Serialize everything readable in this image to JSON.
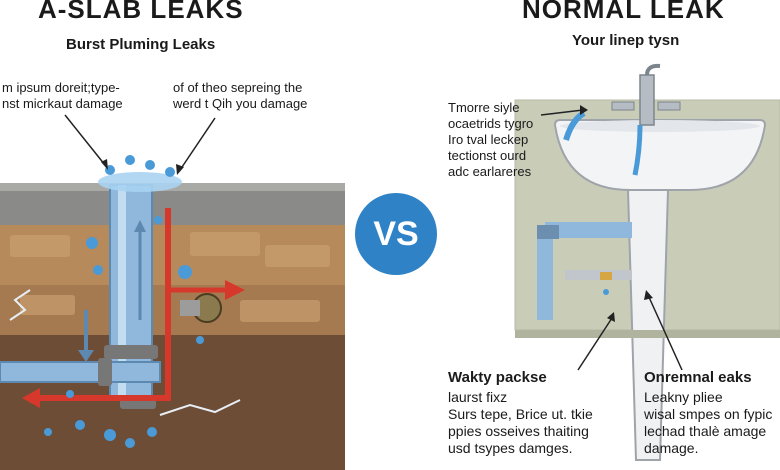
{
  "left_panel": {
    "title": "A-SLAB LEAKS",
    "subtitle": "Burst Pluming Leaks",
    "note_left": "m ipsum doreit;type-\nnst micrkaut damage",
    "note_right": "of of theo sepreing the\nwerd t Qih you damage"
  },
  "right_panel": {
    "title": "NORMAL LEAK",
    "subtitle": "Your linep tysn",
    "note_top": "Tmorre siyle\nocaetrids tygro\nIro tval leckep\ntectionst ourd\nadc earlareres",
    "caption_left_title": "Wakty packse",
    "caption_left_body": "laurst fixz\nSurs tepe, Brice ut. tkie\nppies osseives thaiting\nusd tsypes damges.",
    "caption_right_title": "Onremnal eaks",
    "caption_right_body": "Leakny pliee\nwisal smpes on fypic\nlechad thalè amage\ndamage."
  },
  "vs_label": "VS",
  "colors": {
    "vs_badge": "#2f82c6",
    "pipe_blue": "#8fb8dc",
    "pipe_red": "#d6392b",
    "soil": "#9c6b45",
    "wall": "#c9cdb8"
  }
}
